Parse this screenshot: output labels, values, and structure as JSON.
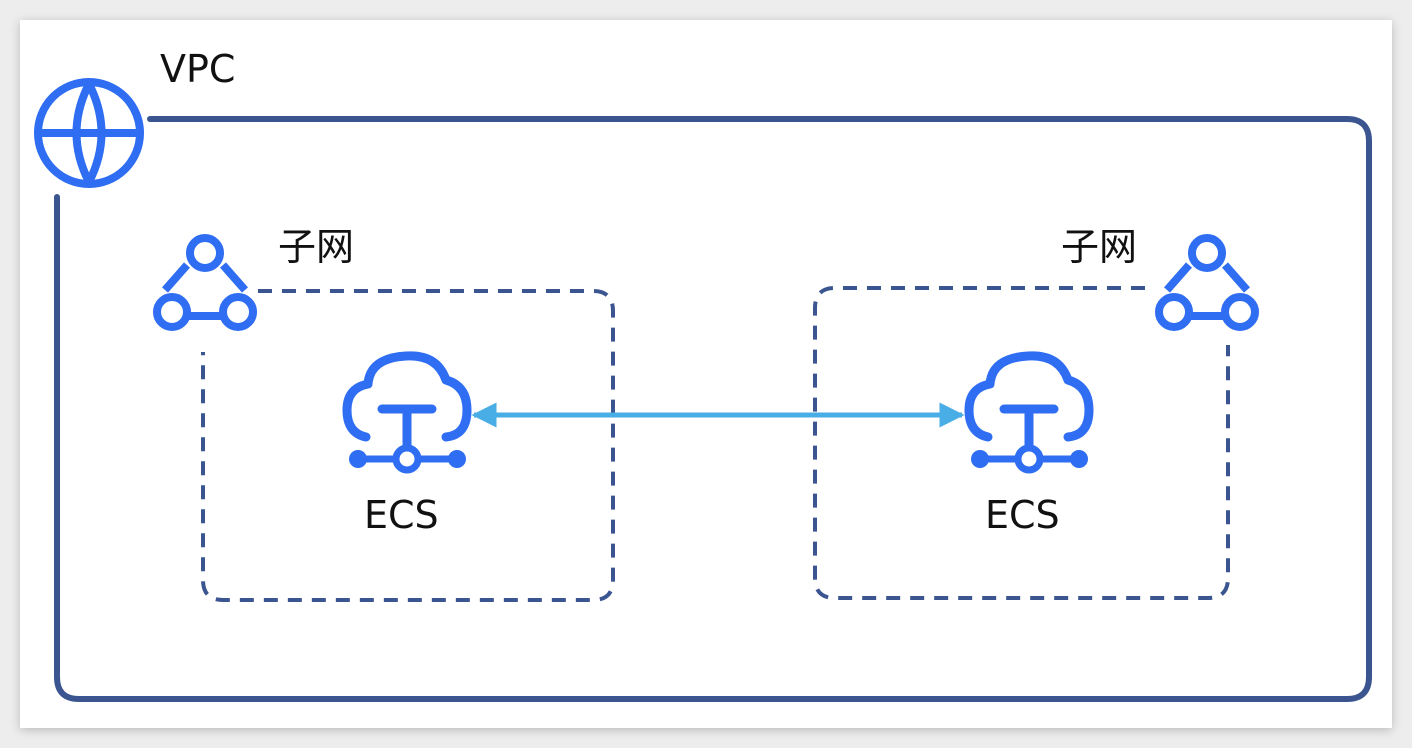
{
  "vpc": {
    "label": "VPC",
    "icon": "globe-icon"
  },
  "subnets": [
    {
      "label": "子网",
      "icon": "subnet-icon",
      "ecs": {
        "label": "ECS",
        "icon": "ecs-cloud-icon"
      }
    },
    {
      "label": "子网",
      "icon": "subnet-icon",
      "ecs": {
        "label": "ECS",
        "icon": "ecs-cloud-icon"
      }
    }
  ],
  "colors": {
    "vpc_border": "#3b5590",
    "subnet_border": "#3b5590",
    "icon_blue": "#2f6df2",
    "link_arrow": "#4aaee6",
    "canvas": "#ffffff",
    "frame": "#ededed"
  }
}
